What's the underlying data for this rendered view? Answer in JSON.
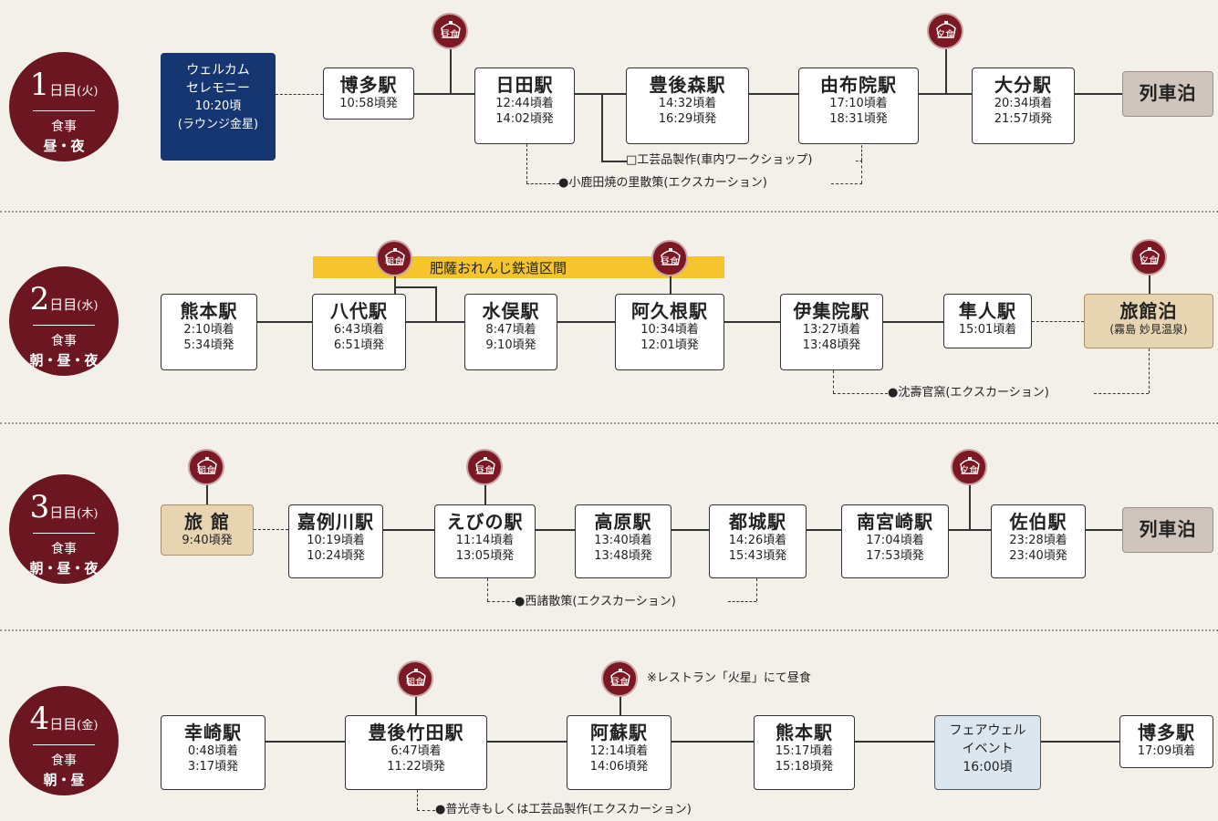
{
  "days": [
    {
      "num": "1",
      "unit": "日目",
      "dow": "(火)",
      "meal_label": "食事",
      "meals": "昼・夜"
    },
    {
      "num": "2",
      "unit": "日目",
      "dow": "(水)",
      "meal_label": "食事",
      "meals": "朝・昼・夜"
    },
    {
      "num": "3",
      "unit": "日目",
      "dow": "(木)",
      "meal_label": "食事",
      "meals": "朝・昼・夜"
    },
    {
      "num": "4",
      "unit": "日目",
      "dow": "(金)",
      "meal_label": "食事",
      "meals": "朝・昼"
    }
  ],
  "meal_badges": {
    "breakfast": "朝食",
    "lunch": "昼食",
    "dinner": "夕食"
  },
  "day1": {
    "welcome": {
      "l1": "ウェルカム",
      "l2": "セレモニー",
      "l3": "10:20頃",
      "l4": "(ラウンジ金星)"
    },
    "hakata": {
      "name": "博多駅",
      "t1": "10:58頃発"
    },
    "hita": {
      "name": "日田駅",
      "t1": "12:44頃着",
      "t2": "14:02頃発"
    },
    "bungomori": {
      "name": "豊後森駅",
      "t1": "14:32頃着",
      "t2": "16:29頃発"
    },
    "yufuin": {
      "name": "由布院駅",
      "t1": "17:10頃着",
      "t2": "18:31頃発"
    },
    "oita": {
      "name": "大分駅",
      "t1": "20:34頃着",
      "t2": "21:57頃発"
    },
    "stay": "列車泊",
    "note_craft": "□工芸品製作(車内ワークショップ)",
    "note_onta": "●小鹿田焼の里散策(エクスカーション)"
  },
  "day2": {
    "band": "肥薩おれんじ鉄道区間",
    "kumamoto": {
      "name": "熊本駅",
      "t1": "2:10頃着",
      "t2": "5:34頃発"
    },
    "yatsushiro": {
      "name": "八代駅",
      "t1": "6:43頃着",
      "t2": "6:51頃発"
    },
    "minamata": {
      "name": "水俣駅",
      "t1": "8:47頃着",
      "t2": "9:10頃発"
    },
    "akune": {
      "name": "阿久根駅",
      "t1": "10:34頃着",
      "t2": "12:01頃発"
    },
    "ijuin": {
      "name": "伊集院駅",
      "t1": "13:27頃着",
      "t2": "13:48頃発"
    },
    "hayato": {
      "name": "隼人駅",
      "t1": "15:01頃着"
    },
    "ryokan": {
      "name": "旅館泊",
      "sub": "(霧島 妙見温泉)"
    },
    "note_chinju": "●沈壽官窯(エクスカーション)"
  },
  "day3": {
    "ryokan": {
      "name": "旅 館",
      "t1": "9:40頃発"
    },
    "kareigawa": {
      "name": "嘉例川駅",
      "t1": "10:19頃着",
      "t2": "10:24頃発"
    },
    "ebino": {
      "name": "えびの駅",
      "t1": "11:14頃着",
      "t2": "13:05頃発"
    },
    "takaharu": {
      "name": "高原駅",
      "t1": "13:40頃着",
      "t2": "13:48頃発"
    },
    "miyakonojo": {
      "name": "都城駅",
      "t1": "14:26頃着",
      "t2": "15:43頃発"
    },
    "minamimiyazaki": {
      "name": "南宮崎駅",
      "t1": "17:04頃着",
      "t2": "17:53頃発"
    },
    "saiki": {
      "name": "佐伯駅",
      "t1": "23:28頃着",
      "t2": "23:40頃発"
    },
    "stay": "列車泊",
    "note_nishimoro": "●西諸散策(エクスカーション)"
  },
  "day4": {
    "kosaki": {
      "name": "幸崎駅",
      "t1": "0:48頃着",
      "t2": "3:17頃発"
    },
    "taketa": {
      "name": "豊後竹田駅",
      "t1": "6:47頃着",
      "t2": "11:22頃発"
    },
    "aso": {
      "name": "阿蘇駅",
      "t1": "12:14頃着",
      "t2": "14:06頃発"
    },
    "kumamoto": {
      "name": "熊本駅",
      "t1": "15:17頃着",
      "t2": "15:18頃発"
    },
    "farewell": {
      "l1": "フェアウェル",
      "l2": "イベント",
      "l3": "16:00頃"
    },
    "hakata": {
      "name": "博多駅",
      "t1": "17:09頃着"
    },
    "lunch_note": "※レストラン「火星」にて昼食",
    "note_fukoji": "●普光寺もしくは工芸品製作(エクスカーション)"
  }
}
